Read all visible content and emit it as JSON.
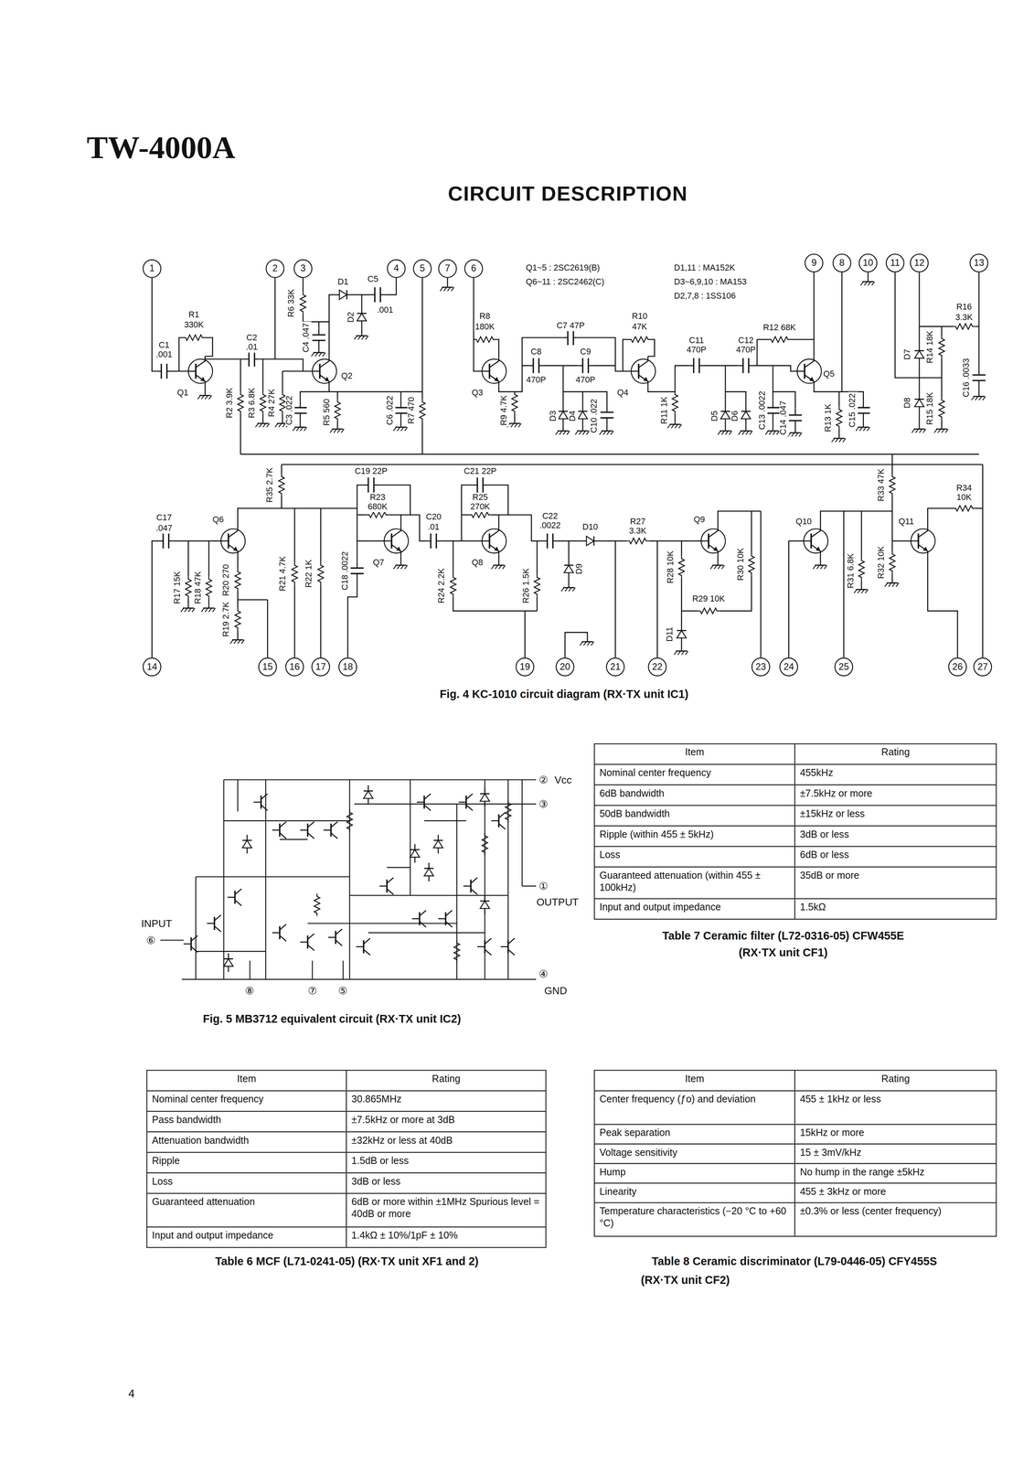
{
  "diagram": {
    "title": "CIRCUIT DESCRIPTION",
    "nodes": [
      {
        "text": [
          "1"
        ]
      },
      {
        "text": [
          "2"
        ]
      },
      {
        "text": [
          "3"
        ]
      },
      {
        "text": [
          "4"
        ]
      },
      {
        "text": [
          "5"
        ]
      },
      {
        "text": [
          "7"
        ]
      },
      {
        "text": [
          "6"
        ]
      },
      {
        "text": [
          "9"
        ]
      },
      {
        "text": [
          "8"
        ]
      },
      {
        "text": [
          "10"
        ]
      },
      {
        "text": [
          "11"
        ]
      },
      {
        "text": [
          "12"
        ]
      },
      {
        "text": [
          "13"
        ]
      },
      {
        "text": [
          "14"
        ]
      },
      {
        "text": [
          "15"
        ]
      },
      {
        "text": [
          "16"
        ]
      },
      {
        "text": [
          "17"
        ]
      },
      {
        "text": [
          "18"
        ]
      },
      {
        "text": [
          "19"
        ]
      },
      {
        "text": [
          "20"
        ]
      },
      {
        "text": [
          "21"
        ]
      },
      {
        "text": [
          "22"
        ]
      },
      {
        "text": [
          "23"
        ]
      },
      {
        "text": [
          "24"
        ]
      },
      {
        "text": [
          "25"
        ]
      },
      {
        "text": [
          "26"
        ]
      },
      {
        "text": [
          "27"
        ]
      }
    ],
    "labels": [
      "TW-4000A",
      "4",
      "Q1~5 : 2SC2619(B)",
      "Q6~11 : 2SC2462(C)",
      "D1,11 : MA152K",
      "D3~6,9,10 : MA153",
      "D2,7,8 : 1SS106",
      "R1",
      "330K",
      "C1",
      ".001",
      "Q1",
      "C2",
      ".01",
      "R2 3.9K",
      "R3 6.8K",
      "R4 27K",
      "C3 .022",
      "Q2",
      "R5 560",
      "R6 33K",
      "C4 .047",
      "D1",
      "D2",
      "C5",
      ".001",
      "C6 .022",
      "R7 470",
      "R8",
      "180K",
      "Q3",
      "R9 4.7K",
      "C7 47P",
      "C8",
      "470P",
      "C9",
      "470P",
      "D3",
      "D4",
      "C10 .022",
      "R10",
      "47K",
      "Q4",
      "R11 1K",
      "C11",
      "470P",
      "C12",
      "470P",
      "D5",
      "D6",
      "C13 .0022",
      "C14 .047",
      "R12 68K",
      "Q5",
      "R13 1K",
      "C15 .022",
      "R16",
      "3.3K",
      "D7",
      "R14 18K",
      "C16 .0033",
      "D8",
      "R15 18K",
      "R35 2.7K",
      "C19 22P",
      "R23",
      "680K",
      "C21 22P",
      "R25",
      "270K",
      "C17",
      ".047",
      "Q6",
      "R17 15K",
      "R18 47K",
      "R20 270",
      "R19 2.7K",
      "R21 4.7K",
      "R22 1K",
      "C18 .0022",
      "C20",
      ".01",
      "Q7",
      "R24 2.2K",
      "Q8",
      "C22",
      ".0022",
      "D10",
      "R27",
      "3.3K",
      "Q9",
      "D9",
      "R26 1.5K",
      "R28 10K",
      "R29 10K",
      "D11",
      "R30 10K",
      "Q10",
      "R31 6.8K",
      "R33 47K",
      "R34",
      "10K",
      "Q11",
      "R32 10K",
      "Fig. 4 KC-1010 circuit diagram (RX·TX unit IC1)",
      "②",
      "Vcc",
      "③",
      "①",
      "OUTPUT",
      "④",
      "GND",
      "INPUT",
      "⑥",
      "⑧",
      "⑦",
      "⑤",
      "Fig. 5 MB3712 equivalent circuit (RX·TX unit IC2)",
      "Item",
      "Rating",
      "Nominal center frequency",
      "455kHz",
      "6dB bandwidth",
      "±7.5kHz or more",
      "50dB bandwidth",
      "±15kHz or less",
      "Ripple (within 455 ± 5kHz)",
      "3dB or less",
      "Loss",
      "6dB or less",
      "Guaranteed attenuation (within 455 ± 100kHz)",
      "35dB or more",
      "Input and output impedance",
      "1.5kΩ",
      "Table 7 Ceramic filter (L72-0316-05) CFW455E",
      "(RX·TX unit CF1)",
      "Item",
      "Rating",
      "Nominal center frequency",
      "30.865MHz",
      "Pass bandwidth",
      "±7.5kHz or more at 3dB",
      "Attenuation bandwidth",
      "±32kHz or less at 40dB",
      "Ripple",
      "1.5dB or less",
      "Loss",
      "3dB or less",
      "Guaranteed attenuation",
      "6dB or more within ±1MHz Spurious level = 40dB or more",
      "Input and output impedance",
      "1.4kΩ ± 10%/1pF ± 10%",
      "Table 6 MCF (L71-0241-05) (RX·TX unit XF1 and 2)",
      "Item",
      "Rating",
      "Center frequency (ƒo) and deviation",
      "455 ± 1kHz or less",
      "Peak separation",
      "15kHz or more",
      "Voltage sensitivity",
      "15 ± 3mV/kHz",
      "Hump",
      "No hump in the range ±5kHz",
      "Linearity",
      "455 ± 3kHz or more",
      "Temperature characteristics (−20 °C to +60 °C)",
      "±0.3% or less (center frequency)",
      "Table 8 Ceramic discriminator (L79-0446-05) CFY455S",
      "(RX·TX unit CF2)"
    ]
  }
}
